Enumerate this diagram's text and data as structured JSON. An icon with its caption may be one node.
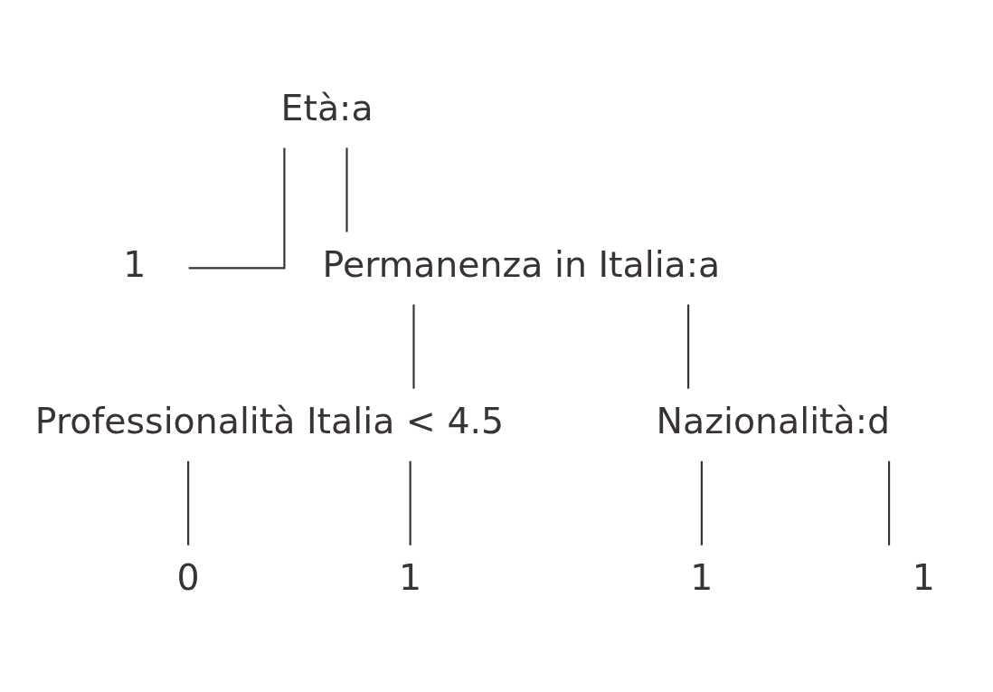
{
  "diagram": {
    "nodes": [
      {
        "text": [
          "Età:a"
        ]
      },
      {
        "text": [
          "1"
        ]
      },
      {
        "text": [
          "Permanenza in Italia:a"
        ]
      },
      {
        "text": [
          "Professionalità Italia < 4.5"
        ]
      },
      {
        "text": [
          "0"
        ]
      },
      {
        "text": [
          "1"
        ]
      },
      {
        "text": [
          "Nazionalità:d"
        ]
      },
      {
        "text": [
          "1"
        ]
      },
      {
        "text": [
          "1"
        ]
      }
    ],
    "edges": [
      {
        "from": 0,
        "to": 1,
        "arrow": "none"
      },
      {
        "from": 0,
        "to": 2,
        "arrow": "none"
      },
      {
        "from": 2,
        "to": 3,
        "arrow": "none"
      },
      {
        "from": 2,
        "to": 6,
        "arrow": "none"
      },
      {
        "from": 3,
        "to": 4,
        "arrow": "none"
      },
      {
        "from": 3,
        "to": 5,
        "arrow": "none"
      },
      {
        "from": 6,
        "to": 7,
        "arrow": "none"
      },
      {
        "from": 6,
        "to": 8,
        "arrow": "none"
      }
    ]
  }
}
